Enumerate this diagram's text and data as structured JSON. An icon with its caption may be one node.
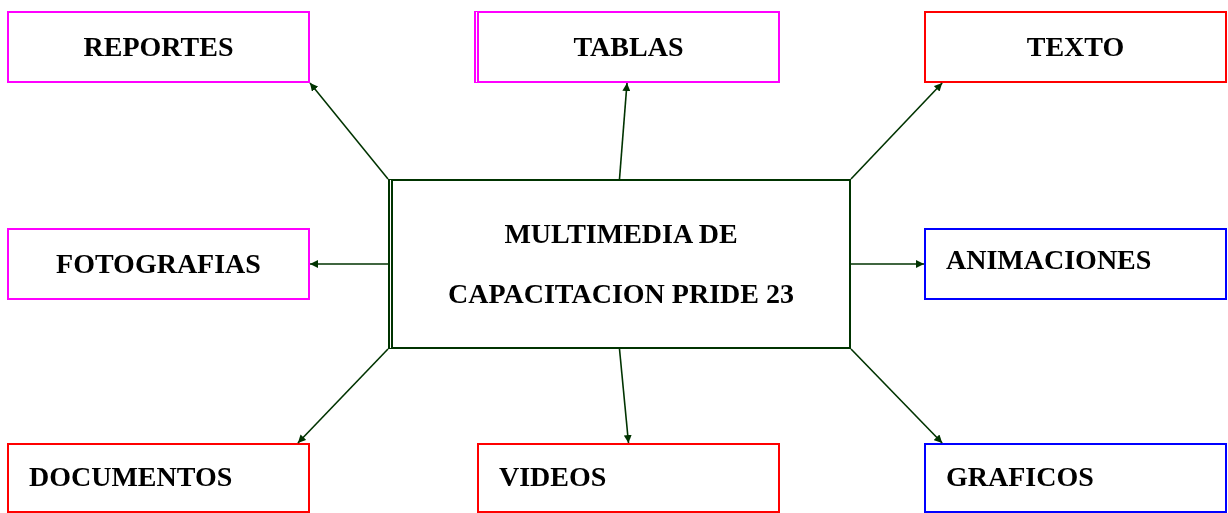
{
  "diagram": {
    "nodes": [
      {
        "text": [
          "MULTIMEDIA DE CAPACITACION PRIDE 23"
        ]
      },
      {
        "text": [
          "REPORTES"
        ]
      },
      {
        "text": [
          "TABLAS"
        ]
      },
      {
        "text": [
          "TEXTO"
        ]
      },
      {
        "text": [
          "FOTOGRAFIAS"
        ]
      },
      {
        "text": [
          "ANIMACIONES"
        ]
      },
      {
        "text": [
          "DOCUMENTOS"
        ]
      },
      {
        "text": [
          "VIDEOS"
        ]
      },
      {
        "text": [
          "GRAFICOS"
        ]
      }
    ],
    "edges": [
      {
        "from": 0,
        "to": 1,
        "arrow": "to"
      },
      {
        "from": 0,
        "to": 2,
        "arrow": "to"
      },
      {
        "from": 0,
        "to": 3,
        "arrow": "to"
      },
      {
        "from": 0,
        "to": 4,
        "arrow": "to"
      },
      {
        "from": 0,
        "to": 5,
        "arrow": "to"
      },
      {
        "from": 0,
        "to": 6,
        "arrow": "to"
      },
      {
        "from": 0,
        "to": 7,
        "arrow": "to"
      },
      {
        "from": 0,
        "to": 8,
        "arrow": "to"
      }
    ]
  }
}
